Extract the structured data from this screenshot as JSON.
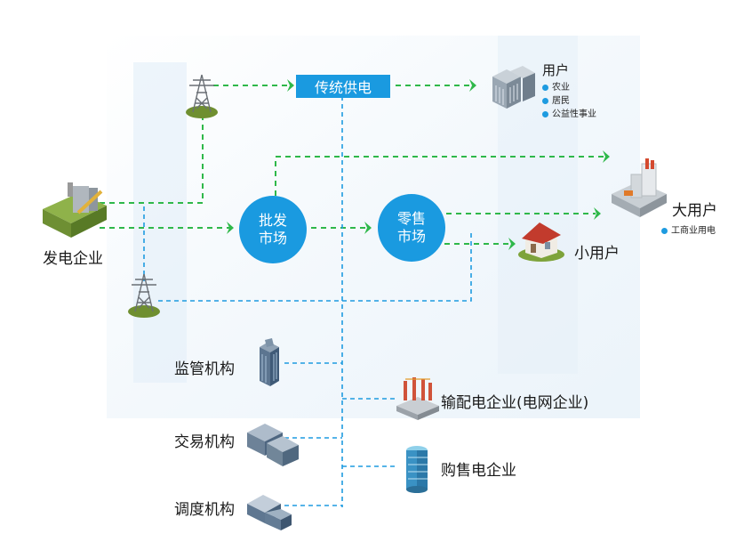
{
  "nodes": {
    "generator": "发电企业",
    "traditional": "传统供电",
    "wholesale": [
      "批发",
      "市场"
    ],
    "retail": [
      "零售",
      "市场"
    ],
    "users": {
      "title": "用户",
      "items": [
        "农业",
        "居民",
        "公益性事业"
      ]
    },
    "large_user": {
      "title": "大用户",
      "items": [
        "工商业用电"
      ]
    },
    "small_user": "小用户",
    "regulator": "监管机构",
    "exchange": "交易机构",
    "dispatch": "调度机构",
    "grid": "输配电企业(电网企业)",
    "seller": "购售电企业"
  },
  "colors": {
    "blue": "#1a9ae0",
    "green_line": "#2fb84a",
    "blue_line": "#1e9be0"
  }
}
